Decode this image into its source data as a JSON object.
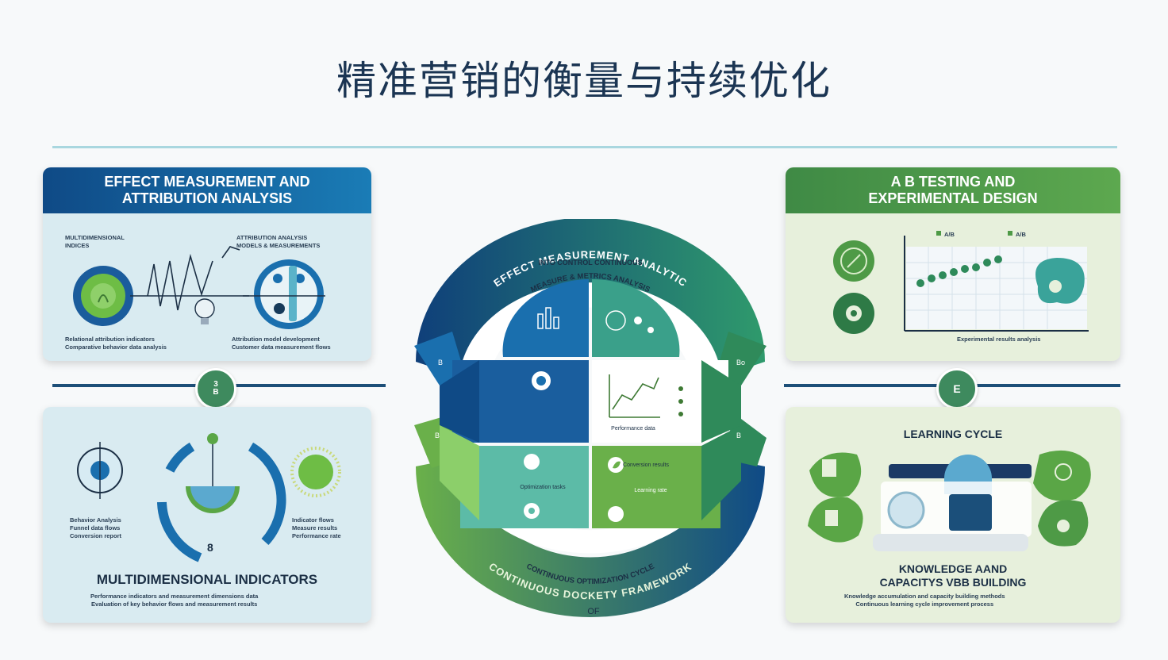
{
  "title": "精准营销的衡量与持续优化",
  "colors": {
    "navy": "#1b3553",
    "blue": "#1a6fae",
    "teal": "#4fb3a5",
    "green": "#5aa646",
    "panel_blue": "#d9ebf1",
    "panel_green": "#e7f0dc"
  },
  "top_left": {
    "heading": "EFFECT MEASUREMENT AND\nATTRIBUTION ANALYSIS",
    "label_left": "MULTIDIMENSIONAL\nINDICES",
    "label_right": "ATTRIBUTION ANALYSIS\nMODELS & MEASUREMENTS",
    "caption_left": "Relational attribution indicators\nComparative behavior data analysis",
    "caption_right": "Attribution model development\nCustomer data measurement flows",
    "icons": [
      "target-icon",
      "funnel-chart-icon",
      "lightbulb-icon",
      "magnifier-icon"
    ]
  },
  "top_right": {
    "heading": "A B TESTING AND\nEXPERIMENTAL DESIGN",
    "legend": [
      "A/B",
      "A/B"
    ],
    "chart_caption": "Experimental results analysis",
    "icons": [
      "flask-icon",
      "gear-icon",
      "brain-icon"
    ]
  },
  "bottom_left": {
    "heading": "MULTIDIMENSIONAL INDICATORS",
    "label_left": "Behavior Analysis\nFunnel data flows\nConversion report",
    "label_right": "Indicator flows\nMeasure results\nPerformance rate",
    "footer": "Performance indicators and measurement dimensions data\nEvaluation of key behavior flows and measurement results",
    "icons": [
      "target-icon",
      "pie-chart-icon",
      "sun-icon"
    ]
  },
  "bottom_right": {
    "heading": "LEARNING CYCLE",
    "subheading": "KNOWLEDGE AAND\nCAPACITYS VBB BUILDING",
    "footer": "Knowledge accumulation and capacity building methods\nContinuous learning cycle improvement process",
    "icons": [
      "document-icon",
      "chat-icon",
      "chair-icon",
      "lightbulb-icon"
    ]
  },
  "connectors": {
    "left_node_label": "3\nB",
    "right_node_label": "E"
  },
  "center": {
    "outer_arc_top": "EFFECT MEASUREMENT ANALYTIC",
    "inner_arc_top": "MEASURE & METRICS ANALYSIS",
    "inner_arc_top2": "INTO CONTROL CONTINUOUS",
    "inner_arc_bottom": "CONTINUOUS OPTIMIZATION CYCLE",
    "outer_arc_bottom": "CONTINUOUS DOCKETY FRAMEWORK",
    "bottom_mark": "OF",
    "side_left_top": "B",
    "side_left_bottom": "B",
    "side_right_top": "Bo",
    "side_right_bottom": "B",
    "quad_br_caption": "Performance data",
    "quad_bl_caption": "Optimization tasks",
    "quad_br2_caption": "Learning rate",
    "quad_gl_label": "Conversion results",
    "icons": [
      "bar-chart-icon",
      "gear-icon",
      "globe-icon",
      "line-chart-icon",
      "cart-icon",
      "leaf-icon",
      "money-icon",
      "target-icon"
    ]
  }
}
